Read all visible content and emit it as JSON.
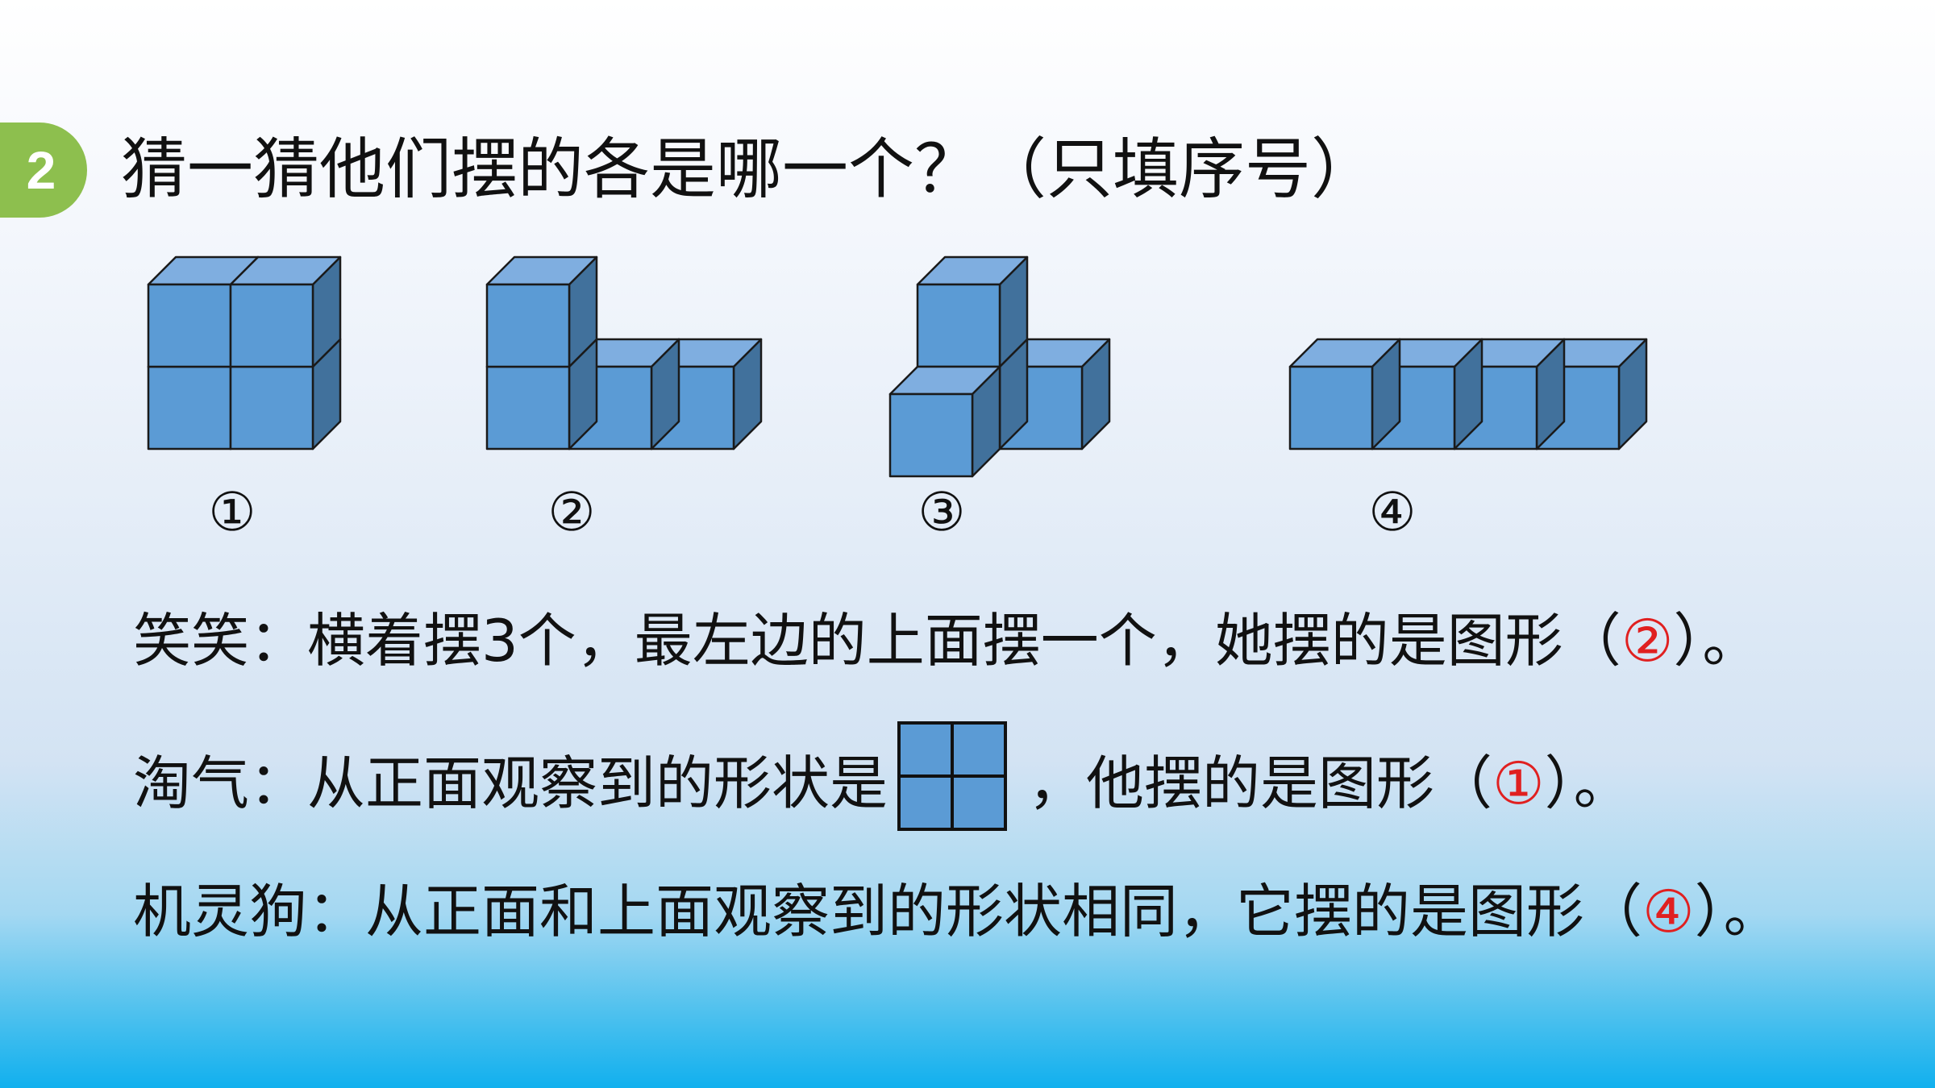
{
  "badge": {
    "number": "2"
  },
  "title": "猜一猜他们摆的各是哪一个？（只填序号）",
  "figures": {
    "labels": [
      "①",
      "②",
      "③",
      "④"
    ],
    "colors": {
      "front": "#5b9bd5",
      "top": "#7faee0",
      "side": "#41719c",
      "edge": "#1a1a1a"
    }
  },
  "sentences": {
    "s1": {
      "prefix": "笑笑：横着摆3个，最左边的上面摆一个，她摆的是图形（",
      "answer": "②",
      "suffix": "）。"
    },
    "s2": {
      "prefix": "淘气：从正面观察到的形状是",
      "middle": "，他摆的是图形（",
      "answer": "①",
      "suffix": "）。"
    },
    "s3": {
      "prefix": "机灵狗：从正面和上面观察到的形状相同，它摆的是图形（",
      "answer": "④",
      "suffix": "）。"
    }
  },
  "answer_color": "#e02020"
}
